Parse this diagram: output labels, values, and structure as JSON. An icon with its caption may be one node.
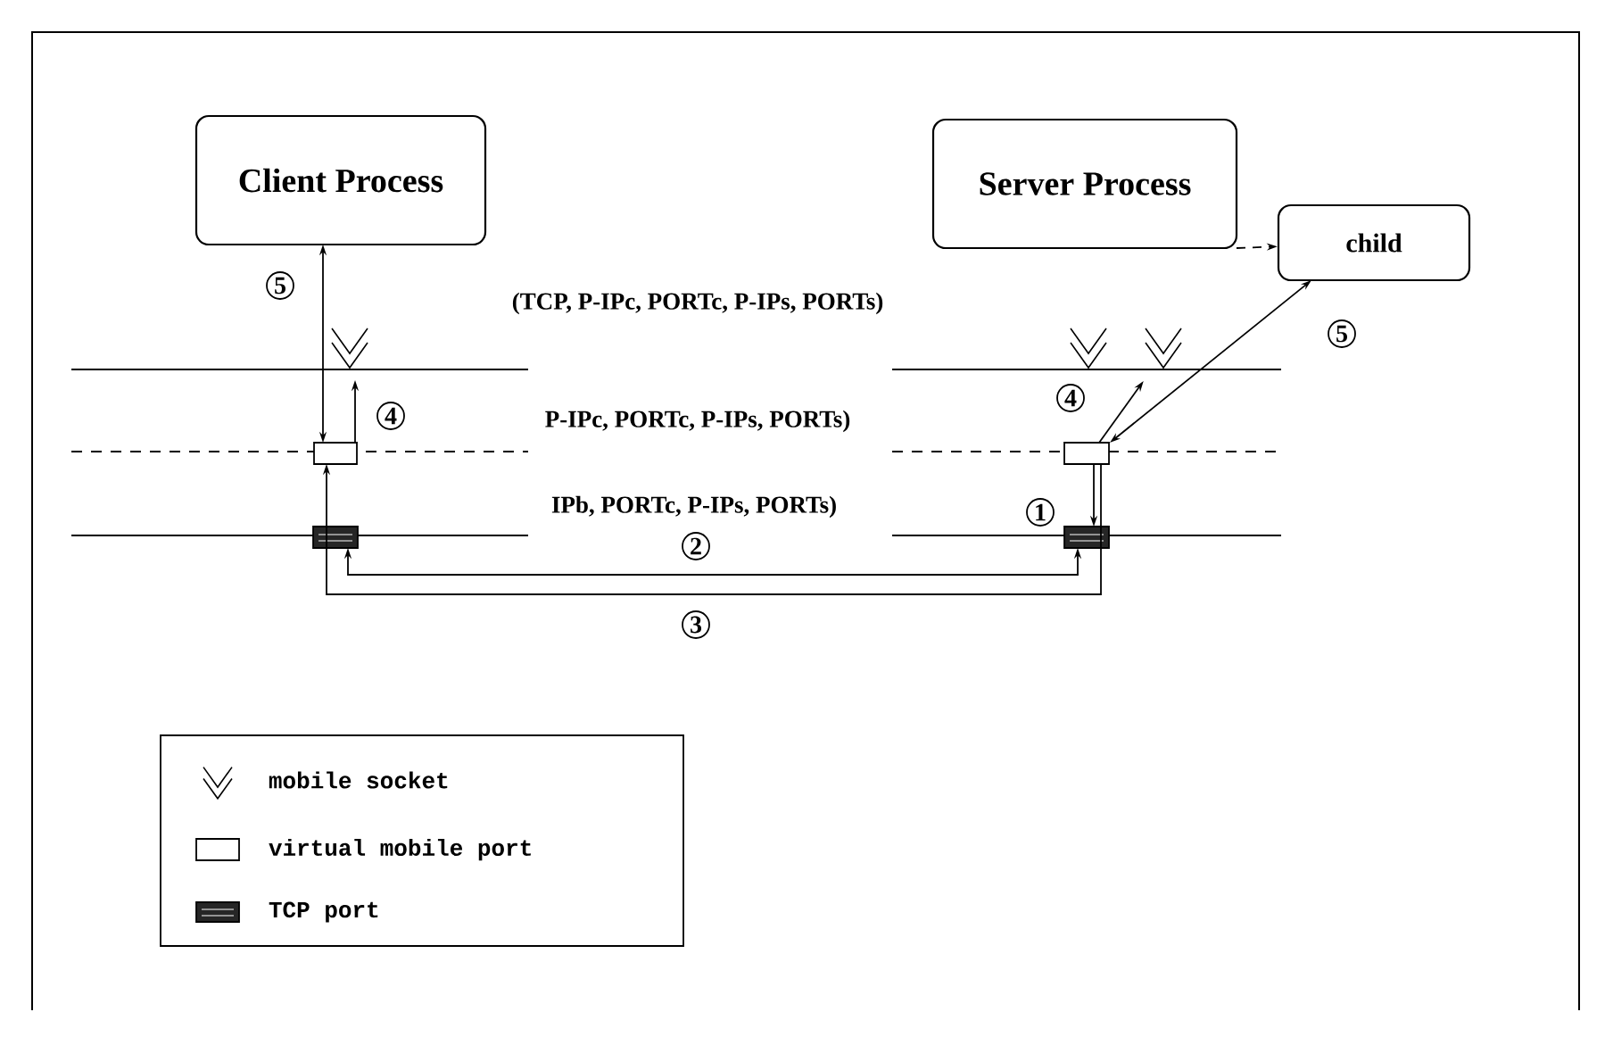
{
  "diagram": {
    "nodes": [
      {
        "text": [
          "Client Process"
        ]
      },
      {
        "text": [
          "Server Process"
        ]
      },
      {
        "text": [
          "child"
        ]
      },
      {
        "text": [],
        "shape": "socket"
      },
      {
        "text": [],
        "shape": "box"
      },
      {
        "text": [],
        "shape": "box"
      },
      {
        "text": [],
        "shape": "socket"
      },
      {
        "text": [],
        "shape": "socket"
      },
      {
        "text": [],
        "shape": "box"
      },
      {
        "text": [],
        "shape": "box"
      }
    ],
    "edges": [
      {
        "from": 0,
        "to": 4,
        "arrow": "both",
        "label": "5"
      },
      {
        "from": 4,
        "to": 3,
        "arrow": "to",
        "label": "4"
      },
      {
        "from": 9,
        "to": 5,
        "arrow": "both",
        "label": "2"
      },
      {
        "from": 8,
        "to": 4,
        "arrow": "to",
        "label": "3"
      },
      {
        "from": 8,
        "to": 9,
        "arrow": "to",
        "label": "1"
      },
      {
        "from": 8,
        "to": 7,
        "arrow": "to",
        "label": "4"
      },
      {
        "from": 2,
        "to": 8,
        "arrow": "both",
        "label": "5"
      },
      {
        "from": 1,
        "to": 2,
        "arrow": "to",
        "style": "dashed"
      }
    ],
    "labels": [
      "(TCP, P-IPc, PORTc, P-IPs, PORTs)",
      "P-IPc, PORTc, P-IPs, PORTs)",
      "IPb, PORTc, P-IPs, PORTs)"
    ],
    "legend": [
      {
        "text": "mobile socket"
      },
      {
        "text": "virtual mobile port"
      },
      {
        "text": "TCP port"
      }
    ]
  }
}
